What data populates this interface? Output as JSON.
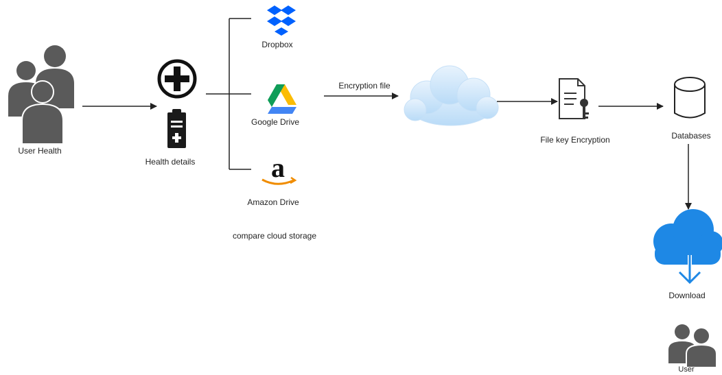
{
  "nodes": {
    "user_health": {
      "label": "User Health",
      "icon": "users-group-icon"
    },
    "health_details": {
      "label": "Health details",
      "icon": "medical-cross-clipboard-icon"
    },
    "dropbox": {
      "label": "Dropbox",
      "icon": "dropbox-icon"
    },
    "google_drive": {
      "label": "Google Drive",
      "icon": "google-drive-icon"
    },
    "amazon_drive": {
      "label": "Amazon Drive",
      "icon": "amazon-icon"
    },
    "compare": {
      "label": "compare cloud storage"
    },
    "cloud": {
      "icon": "cloud-icon"
    },
    "file_key": {
      "label": "File key Encryption",
      "icon": "file-key-icon"
    },
    "databases": {
      "label": "Databases",
      "icon": "database-icon"
    },
    "download": {
      "label": "Download",
      "icon": "cloud-download-icon"
    },
    "user": {
      "label": "User",
      "icon": "users-group-icon"
    }
  },
  "edges": {
    "encryption_file": {
      "label": "Encryption file"
    }
  },
  "colors": {
    "line": "#222222",
    "icon_gray": "#5a5a5a",
    "dropbox": "#0061fe",
    "cloud_light": "#cfe6fb",
    "download_blue": "#1e88e5"
  }
}
